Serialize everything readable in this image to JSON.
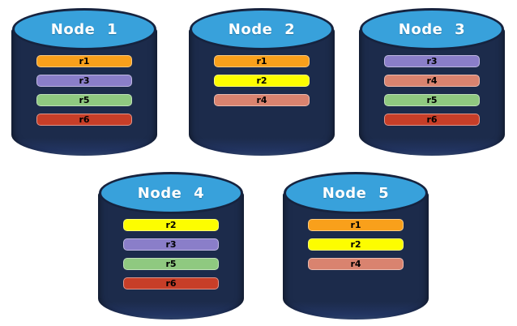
{
  "diagram": {
    "description": "Five database node cylinders showing replica placement",
    "colors": {
      "cylinder_body": "#1C2B4B",
      "cylinder_top": "#38A1DB",
      "cylinder_outline": "#16233F",
      "node_label_text": "#FFFFFF",
      "replica_label_text": "#000000",
      "background": "#FFFFFF"
    },
    "replica_colors": {
      "r1": "#F9A01B",
      "r2": "#FDFD00",
      "r3": "#8A7EC9",
      "r4": "#D9836F",
      "r5": "#8FC980",
      "r6": "#C73E28"
    },
    "nodes": [
      {
        "label": "Node 1",
        "replicas": [
          "r1",
          "r3",
          "r5",
          "r6"
        ]
      },
      {
        "label": "Node 2",
        "replicas": [
          "r1",
          "r2",
          "r4"
        ]
      },
      {
        "label": "Node 3",
        "replicas": [
          "r3",
          "r4",
          "r5",
          "r6"
        ]
      },
      {
        "label": "Node 4",
        "replicas": [
          "r2",
          "r3",
          "r5",
          "r6"
        ]
      },
      {
        "label": "Node 5",
        "replicas": [
          "r1",
          "r2",
          "r4"
        ]
      }
    ]
  }
}
